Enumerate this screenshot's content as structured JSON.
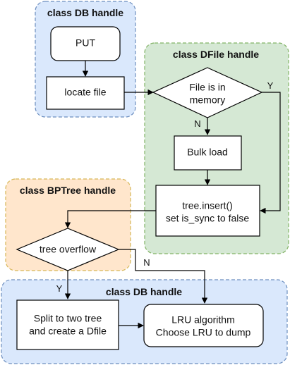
{
  "groups": {
    "db_handle_top": {
      "label": "class DB handle",
      "fill": "#dae8fc",
      "stroke": "#6c8ebf"
    },
    "dfile_handle": {
      "label": "class DFile handle",
      "fill": "#d5e8d4",
      "stroke": "#82b366"
    },
    "bptree_handle": {
      "label": "class BPTree handle",
      "fill": "#ffe6cc",
      "stroke": "#d6b656"
    },
    "db_handle_bottom": {
      "label": "class DB handle",
      "fill": "#dae8fc",
      "stroke": "#6c8ebf"
    }
  },
  "nodes": {
    "put": {
      "label": "PUT"
    },
    "locate_file": {
      "label": "locate file"
    },
    "file_in_memory": {
      "line1": "File is in",
      "line2": "memory"
    },
    "bulk_load": {
      "label": "Bulk load"
    },
    "tree_insert": {
      "line1": "tree.insert()",
      "line2": "set is_sync to false"
    },
    "tree_overflow": {
      "label": "tree overflow"
    },
    "split_tree": {
      "line1": "Split to two tree",
      "line2": "and create a Dfile"
    },
    "lru": {
      "line1": "LRU algorithm",
      "line2": "Choose LRU to dump"
    }
  },
  "edges": {
    "memory_yes": "Y",
    "memory_no": "N",
    "overflow_yes": "Y",
    "overflow_no": "N"
  },
  "colors": {
    "node_fill": "#ffffff",
    "node_stroke": "#000000",
    "edge_stroke": "#000000"
  }
}
